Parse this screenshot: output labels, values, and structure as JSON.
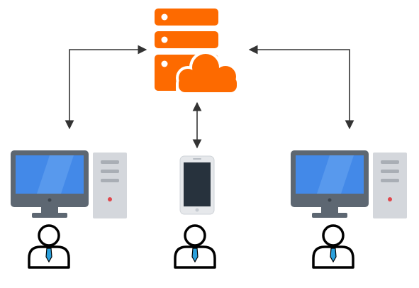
{
  "diagram": {
    "nodes": [
      {
        "id": "server",
        "kind": "cloud-server-icon"
      },
      {
        "id": "desktop-left",
        "kind": "desktop-computer-icon"
      },
      {
        "id": "phone",
        "kind": "smartphone-icon"
      },
      {
        "id": "desktop-right",
        "kind": "desktop-computer-icon"
      },
      {
        "id": "user-left",
        "kind": "user-icon"
      },
      {
        "id": "user-center",
        "kind": "user-icon"
      },
      {
        "id": "user-right",
        "kind": "user-icon"
      }
    ],
    "edges": [
      {
        "from": "server",
        "to": "desktop-left",
        "bidirectional": true
      },
      {
        "from": "server",
        "to": "phone",
        "bidirectional": true
      },
      {
        "from": "server",
        "to": "desktop-right",
        "bidirectional": true
      }
    ],
    "colors": {
      "server": "#fd6a00",
      "server_slot": "#ffffff",
      "arrow": "#333333",
      "monitor_frame": "#5d6772",
      "screen": "#4389e8",
      "screen_shine": "#6aa6f0",
      "tower": "#d4d7dc",
      "tower_slot": "#a9aeb5",
      "tower_led": "#e0474c",
      "stand": "#5d6772",
      "phone_body": "#e6e8eb",
      "phone_screen": "#27323d",
      "user_stroke": "#000000",
      "tie": "#2aa0dc"
    }
  }
}
